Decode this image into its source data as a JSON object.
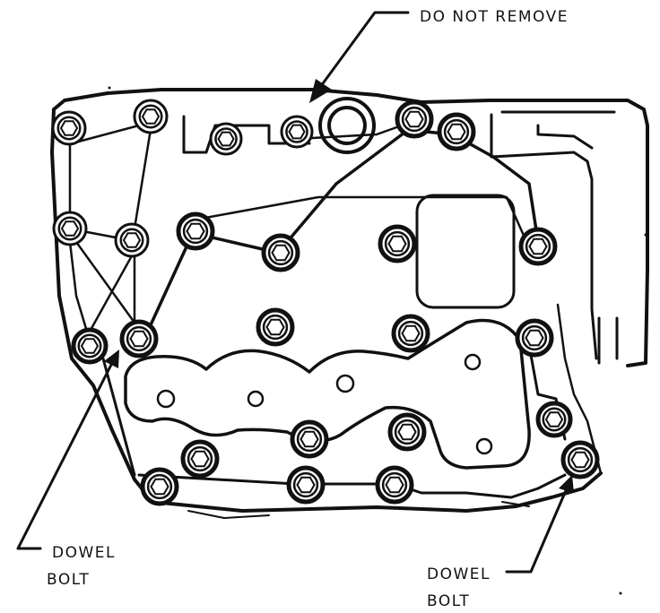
{
  "labels": {
    "do_not_remove": "DO NOT REMOVE",
    "dowel_left_line1": "DOWEL",
    "dowel_left_line2": "BOLT",
    "dowel_right_line1": "DOWEL",
    "dowel_right_line2": "BOLT"
  },
  "colors": {
    "ink": "#111111",
    "paper": "#ffffff"
  }
}
